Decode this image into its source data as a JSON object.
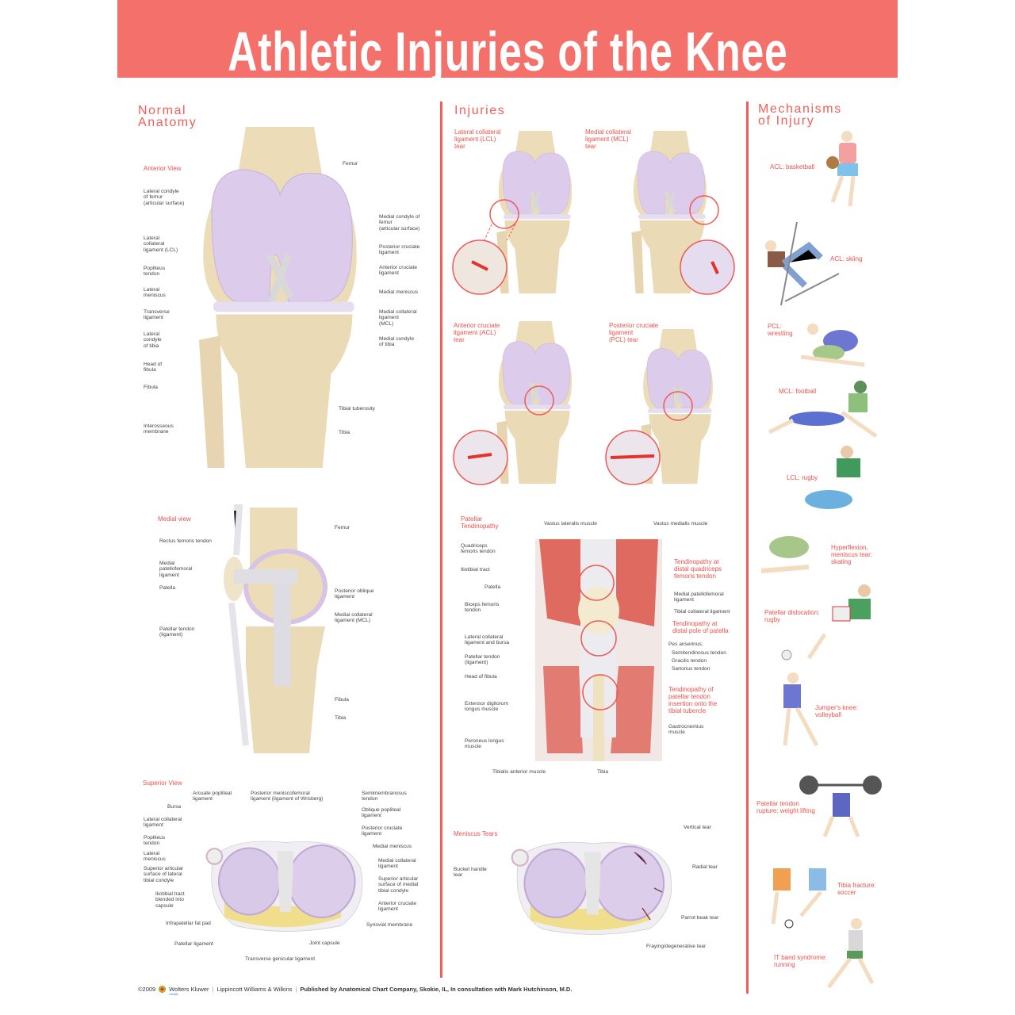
{
  "title": "Athletic Injuries of the Knee",
  "colors": {
    "banner": "#f4716b",
    "accent_red": "#f0514c",
    "bone": "#ecdcb8",
    "cartilage": "#d8c8e6",
    "muscle": "#e0665f"
  },
  "anatomy": {
    "heading": "Normal\nAnatomy",
    "anterior": {
      "title": "Anterior View",
      "labels": [
        "Femur",
        "Lateral condyle\nof femur\n(articular surface)",
        "Lateral\ncollateral\nligament (LCL)",
        "Popliteus\ntendon",
        "Lateral\nmeniscus",
        "Transverse\nligament",
        "Lateral\ncondyle\nof tibia",
        "Head of\nfibula",
        "Fibula",
        "Interosseous\nmembrane",
        "Medial condyle of\nfemur\n(articular surface)",
        "Posterior cruciate\nligament",
        "Anterior cruciate\nligament",
        "Medial meniscus",
        "Medial collateral\nligament\n(MCL)",
        "Medial condyle\nof tibia",
        "Tibial tuberosity",
        "Tibia"
      ]
    },
    "medial": {
      "title": "Medial view",
      "labels": [
        "Femur",
        "Rectus femoris tendon",
        "Medial\npatellofemoral\nligament",
        "Patella",
        "Posterior oblique\nligament",
        "Medial collateral\nligament (MCL)",
        "Patellar tendon\n(ligament)",
        "Fibula",
        "Tibia"
      ]
    },
    "superior": {
      "title": "Superior View",
      "labels": [
        "Arcuate popliteal\nligament",
        "Posterior meniscofemoral\nligament (ligament of Wrisberg)",
        "Semimembranosus\ntendon",
        "Bursa",
        "Lateral collateral\nligament",
        "Oblique popliteal\nligament",
        "Posterior cruciate\nligament",
        "Popliteus\ntendon",
        "Medial meniscus",
        "Lateral\nmeniscus",
        "Medial collateral\nligament",
        "Superior articular\nsurface of lateral\ntibial condyle",
        "Superior articular\nsurface of medial\ntibial condyle",
        "Iliotibial tract\nblended into\ncapsule",
        "Anterior cruciate\nligament",
        "Infrapatellar fat pad",
        "Synovial membrane",
        "Patellar ligament",
        "Joint capsule",
        "Transverse genicular ligament"
      ]
    }
  },
  "injuries": {
    "heading": "Injuries",
    "tears": [
      "Lateral collateral\nligament (LCL)\ntear",
      "Medial collateral\nligament (MCL)\ntear",
      "Anterior cruciate\nligament (ACL)\ntear",
      "Posterior cruciate\nligament\n(PCL) tear"
    ],
    "tendinopathy": {
      "title": "Patellar\nTendinopathy",
      "labels": [
        "Vastus lateralis muscle",
        "Vastus medialis muscle",
        "Quadriceps\nfemoris tendon",
        "Iliotibial tract",
        "Patella",
        "Biceps femoris\ntendon",
        "Lateral collateral\nligament and bursa",
        "Patellar tendon\n(ligament)",
        "Head of fibula",
        "Extensor digitorum\nlongus muscle",
        "Peroneus longus\nmuscle",
        "Tibialis anterior muscle",
        "Tibia",
        "Medial patellofemoral\nligament",
        "Tibial collateral ligament",
        "Pes anserinus:",
        "Semitendinosus tendon",
        "Gracilis tendon",
        "Sartorius tendon",
        "Gastrocnemius\nmuscle"
      ],
      "callouts": [
        "Tendinopathy at\ndistal quadriceps\nfemoris tendon",
        "Tendinopathy at\ndistal pole of patella",
        "Tendinopathy of\npatellar tendon\ninsertion onto the\ntibial tubercle"
      ]
    },
    "meniscus": {
      "title": "Meniscus Tears",
      "labels": [
        "Bucket handle\ntear",
        "Vertical tear",
        "Radial tear",
        "Parrot beak tear",
        "Fraying/degenerative tear"
      ]
    }
  },
  "mechanisms": {
    "heading": "Mechanisms\nof Injury",
    "items": [
      "ACL: basketball",
      "ACL: skiing",
      "PCL:\nwrestling",
      "MCL: football",
      "LCL: rugby",
      "Hyperflexion,\nmeniscus tear:\nskating",
      "Patellar dislocation:\nrugby",
      "Jumper's knee:\nvolleyball",
      "Patellar tendon\nrupture: weight lifting",
      "Tibia fracture:\nsoccer",
      "IT band syndrome:\nrunning"
    ]
  },
  "footer": {
    "copyright": "©2009",
    "publisher1": "Wolters Kluwer",
    "publisher1_sub": "Health",
    "publisher2": "Lippincott Williams & Wilkins",
    "credit": "Published by Anatomical Chart Company, Skokie, IL, In consultation with Mark Hutchinson, M.D."
  }
}
